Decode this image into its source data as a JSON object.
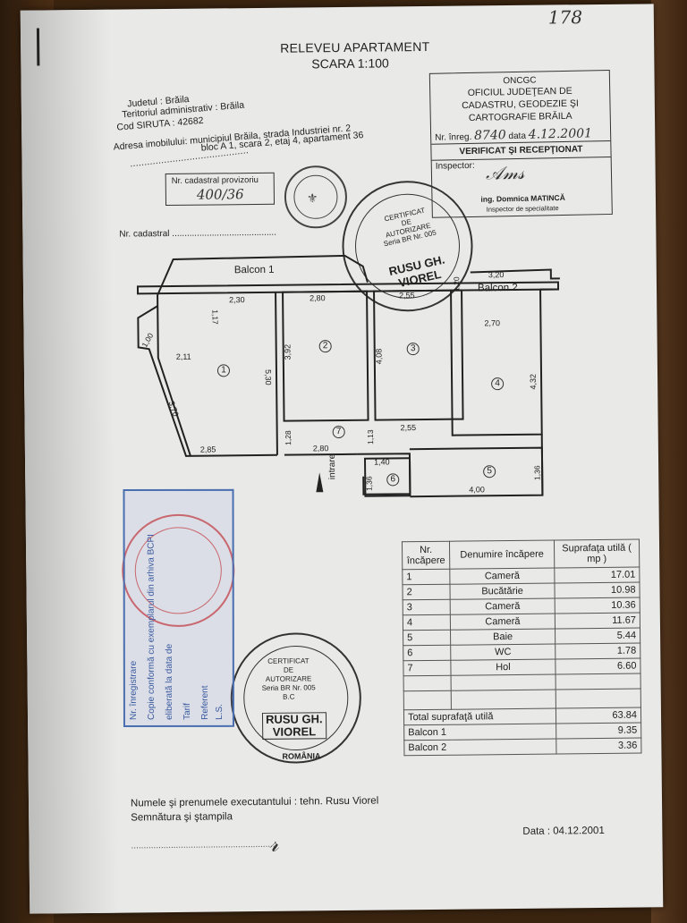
{
  "corner_number": "178",
  "title": "RELEVEU APARTAMENT",
  "scale": "SCARA 1:100",
  "info": {
    "judetul": "Judetul : Brăila",
    "teritoriul": "Teritoriul administrativ : Brăila",
    "cod_siruta": "Cod SIRUTA : 42682",
    "adresa_1": "Adresa imobilului: municipiul Brăila, strada Industriei nr. 2",
    "adresa_2": "bloc A 1, scara 2, etaj 4, apartament 36",
    "nr_cadastral_provizoriu_label": "Nr. cadastral provizoriu",
    "nr_cadastral_provizoriu_value": "400/36",
    "nr_cadastral_label": "Nr. cadastral"
  },
  "oncgc": {
    "line1": "ONCGC",
    "line2": "OFICIUL JUDEŢEAN DE",
    "line3": "CADASTRU, GEODEZIE ŞI",
    "line4": "CARTOGRAFIE BRĂILA",
    "nr_inreg_label": "Nr. înreg.",
    "nr_inreg_value": "8740",
    "data_label": "data",
    "data_value": "4.12.2001",
    "verificat": "VERIFICAT ŞI RECEPŢIONAT",
    "inspector": "Inspector:",
    "inspector_name": "ing. Domnica MATINCĂ",
    "inspector_role": "Inspector de specialitate"
  },
  "plan": {
    "balcon1": "Balcon 1",
    "balcon2": "Balcon 2",
    "intrare": "intrare",
    "dims": [
      "2,30",
      "2,80",
      "3,20",
      "2,55",
      "2,70",
      "1,17",
      "1,00",
      "2,11",
      "3,70",
      "5,30",
      "3,92",
      "4,08",
      "4,32",
      "1,20",
      "2,55",
      "2,85",
      "1,28",
      "2,80",
      "1,13",
      "1,40",
      "1,36",
      "4,00",
      "1,36"
    ],
    "room_numbers": [
      "1",
      "2",
      "3",
      "4",
      "5",
      "6",
      "7"
    ]
  },
  "table": {
    "headers": [
      "Nr. încăpere",
      "Denumire încăpere",
      "Suprafaţa utilă ( mp )"
    ],
    "rows": [
      {
        "nr": "1",
        "name": "Cameră",
        "area": "17.01"
      },
      {
        "nr": "2",
        "name": "Bucătărie",
        "area": "10.98"
      },
      {
        "nr": "3",
        "name": "Cameră",
        "area": "10.36"
      },
      {
        "nr": "4",
        "name": "Cameră",
        "area": "11.67"
      },
      {
        "nr": "5",
        "name": "Baie",
        "area": "5.44"
      },
      {
        "nr": "6",
        "name": "WC",
        "area": "1.78"
      },
      {
        "nr": "7",
        "name": "Hol",
        "area": "6.60"
      }
    ],
    "total_label": "Total suprafaţă utilă",
    "total_value": "63.84",
    "balcon1_label": "Balcon 1",
    "balcon1_value": "9.35",
    "balcon2_label": "Balcon 2",
    "balcon2_value": "3.36"
  },
  "stamp": {
    "cert": "CERTIFICAT",
    "de": "DE",
    "autorizare": "AUTORIZARE",
    "seria": "Seria BR Nr. 005",
    "bc": "B.C",
    "name1": "RUSU GH.",
    "name2": "VIOREL",
    "romania": "ROMÂNIA"
  },
  "bcpi": {
    "line1": "Nr. înregistrare",
    "line2": "Copie conformă cu exemplarul din arhiva BCPI",
    "line3": "eliberată la data de",
    "line4": "Tarif",
    "line5": "Referent",
    "line6": "L.S."
  },
  "footer": {
    "executant": "Numele şi prenumele executantului : tehn. Rusu Viorel",
    "semnatura": "Semnătura şi ştampila",
    "data": "Data : 04.12.2001"
  }
}
